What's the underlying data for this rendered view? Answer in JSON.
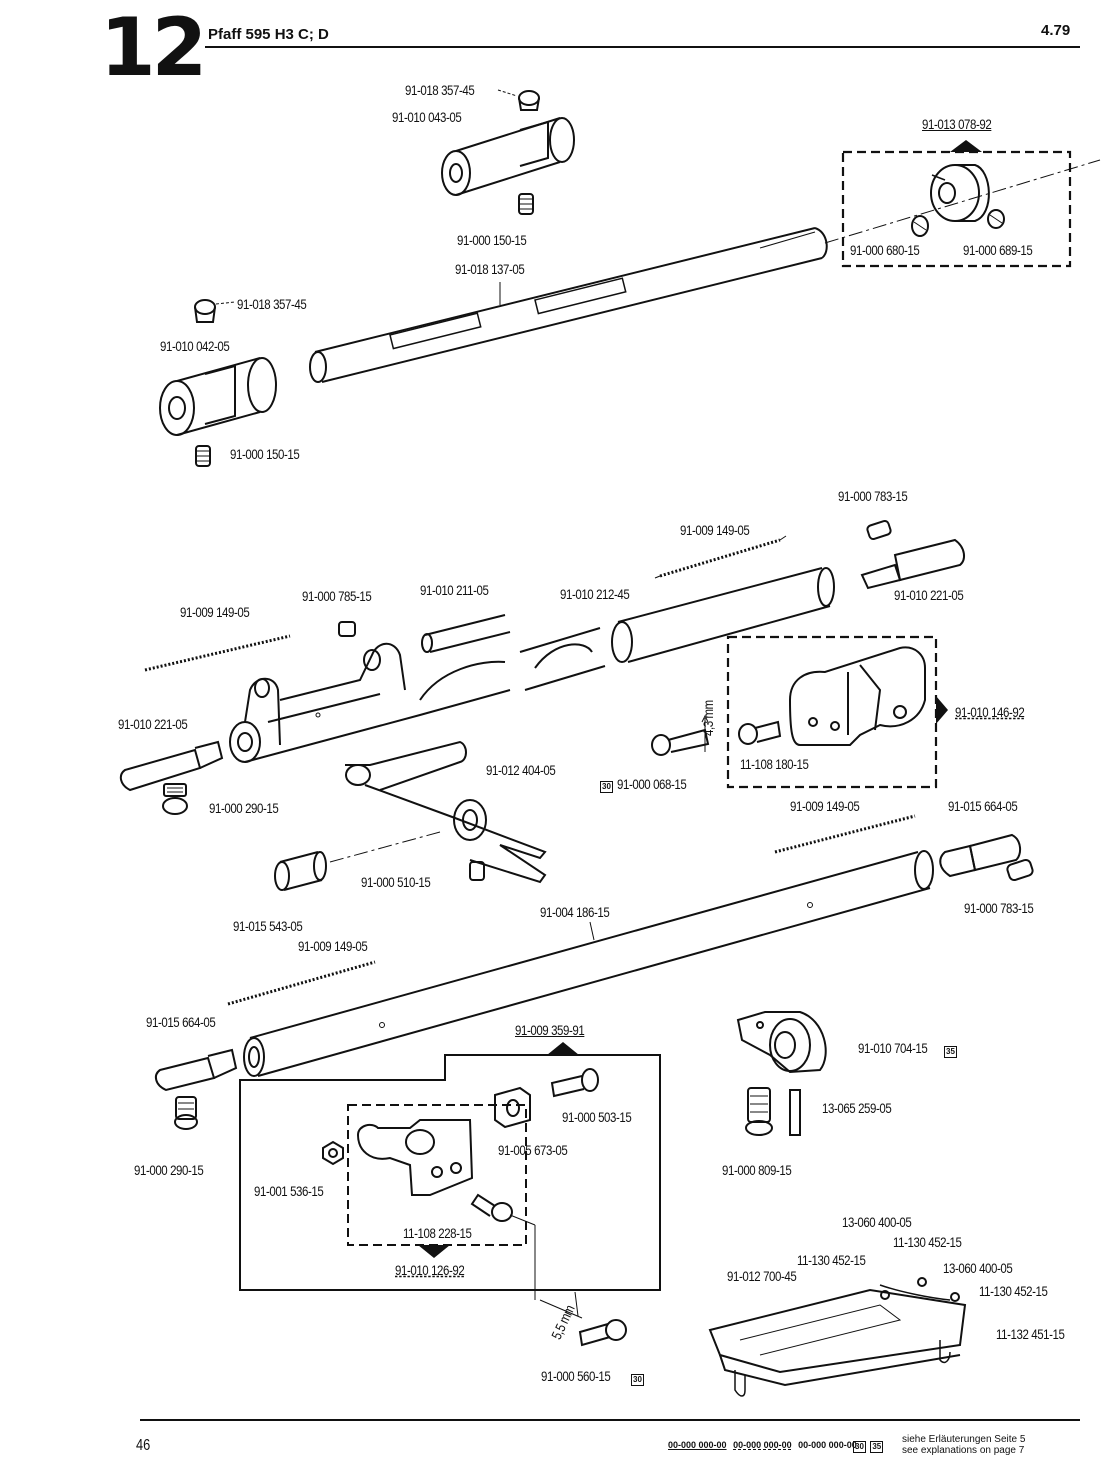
{
  "header": {
    "chapter": "12",
    "title": "Pfaff 595 H3 C; D",
    "revision": "4.79"
  },
  "assemblies": {
    "asm_013": "91-013 078-92",
    "asm_146": "91-010 146-92",
    "asm_359": "91-009 359-91",
    "asm_126": "91-010 126-92"
  },
  "parts": {
    "p01": "91-018 357-45",
    "p02": "91-010 043-05",
    "p03": "91-000 150-15",
    "p04": "91-018 137-05",
    "p05": "91-000 680-15",
    "p06": "91-000 689-15",
    "p07": "91-018 357-45",
    "p08": "91-010 042-05",
    "p09": "91-000 150-15",
    "p10": "91-000 783-15",
    "p11": "91-009 149-05",
    "p12": "91-010 221-05",
    "p13": "91-000 785-15",
    "p14": "91-010 211-05",
    "p15": "91-010 212-45",
    "p16": "91-009 149-05",
    "p17": "91-010 221-05",
    "p18": "91-012 404-05",
    "p19": "91-000 068-15",
    "p20": "11-108 180-15",
    "p21": "91-000 290-15",
    "p22": "91-009 149-05",
    "p23": "91-015 664-05",
    "p24": "91-000 510-15",
    "p25": "91-000 783-15",
    "p26": "91-015 543-05",
    "p27": "91-004 186-15",
    "p28": "91-009 149-05",
    "p29": "91-015 664-05",
    "p30": "91-010 704-15",
    "p31": "13-065 259-05",
    "p32": "91-000 290-15",
    "p33": "91-000 503-15",
    "p34": "91-005 673-05",
    "p35": "91-001 536-15",
    "p36": "11-108 228-15",
    "p37": "91-000 809-15",
    "p38": "13-060 400-05",
    "p39": "11-130 452-15",
    "p40": "11-130 452-15",
    "p41": "91-012 700-45",
    "p42": "13-060 400-05",
    "p43": "11-130 452-15",
    "p44": "11-132 451-15",
    "p45": "91-000 560-15"
  },
  "dimensions": {
    "d1": "4,3 mm",
    "d2": "5,5 mm"
  },
  "boxed_refs": {
    "r30": "30",
    "r35": "35"
  },
  "footer": {
    "page_number": "46",
    "legend_1": "00-000 000-00",
    "legend_2": "00-000 000-00",
    "legend_3": "00-000 000-00",
    "box_30": "30",
    "box_35": "35",
    "note_de": "siehe Erläuterungen Seite 5",
    "note_en": "see explanations on page 7"
  }
}
